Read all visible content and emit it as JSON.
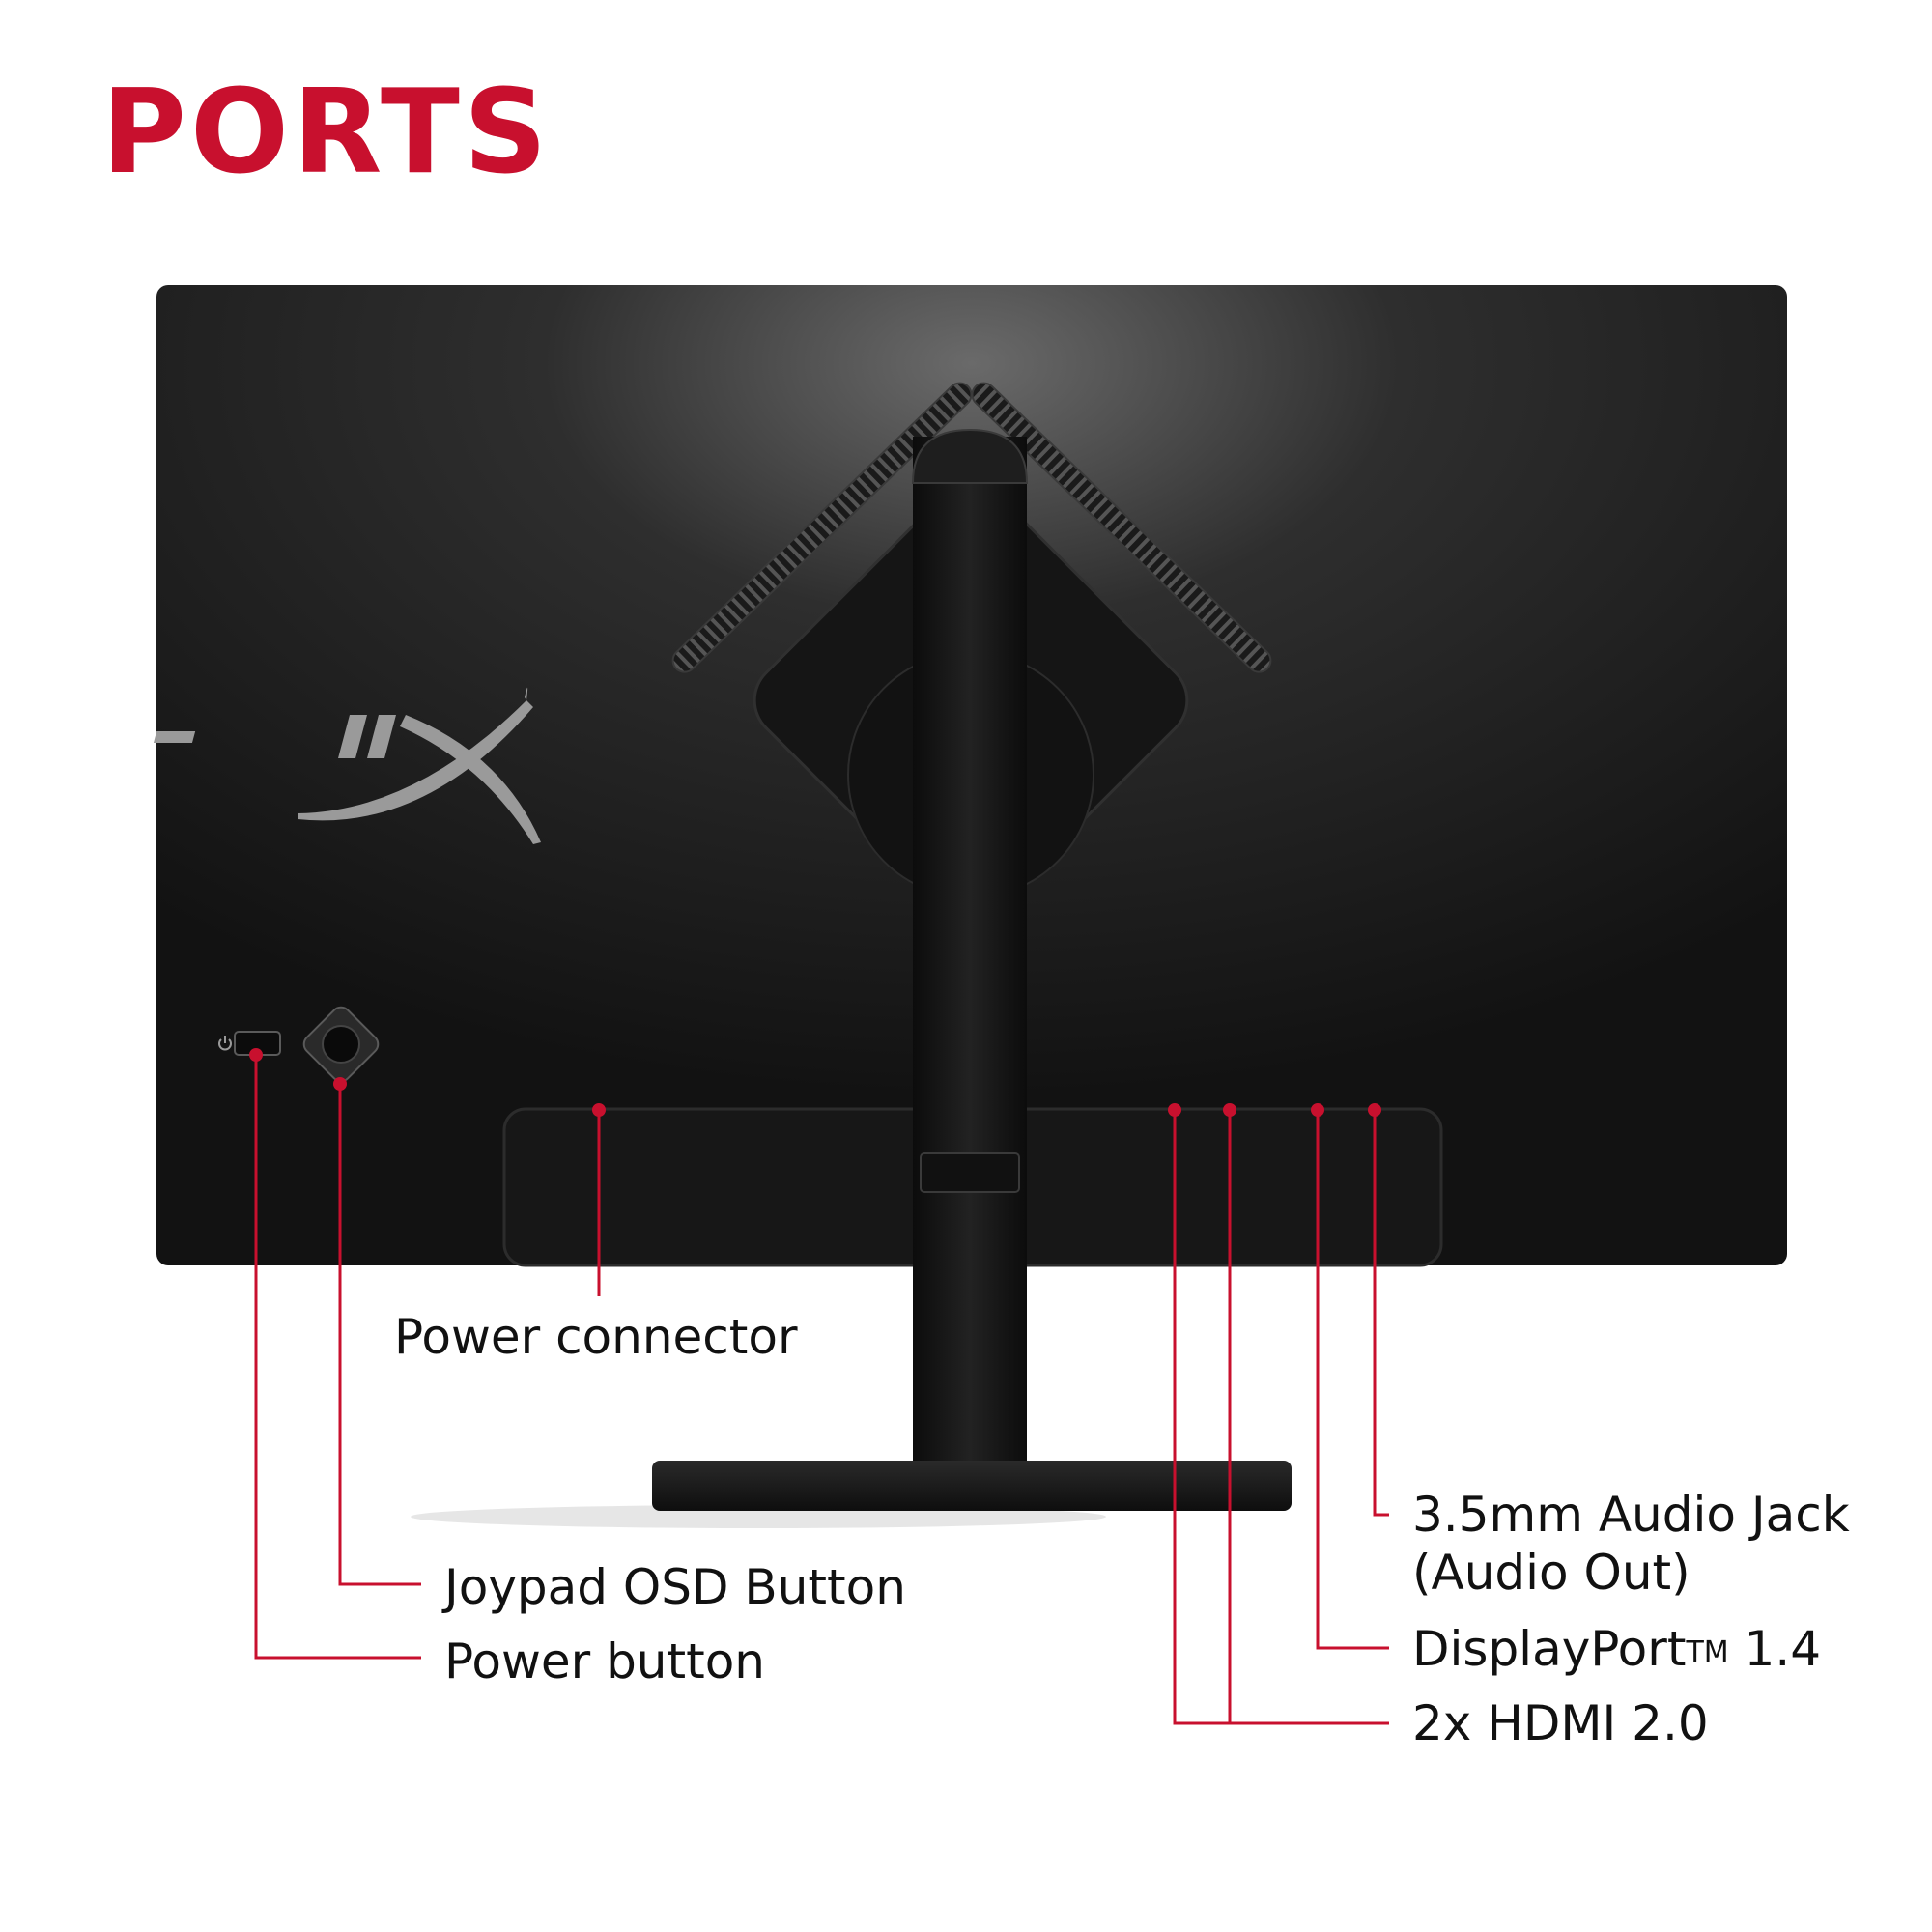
{
  "title": "PORTS",
  "colors": {
    "accent": "#c8102e",
    "text": "#111111",
    "monitor": "#141414",
    "logo": "#9a9a9a"
  },
  "labels": {
    "power_connector": "Power connector",
    "joypad": "Joypad OSD Button",
    "power_button": "Power button",
    "audio_line1": "3.5mm Audio Jack",
    "audio_line2": "(Audio Out)",
    "displayport_name": "DisplayPort",
    "displayport_tm": "TM",
    "displayport_version": " 1.4",
    "hdmi": "2x HDMI 2.0"
  },
  "icons": [
    "hx-logo-icon",
    "power-symbol-icon",
    "joypad-icon"
  ]
}
